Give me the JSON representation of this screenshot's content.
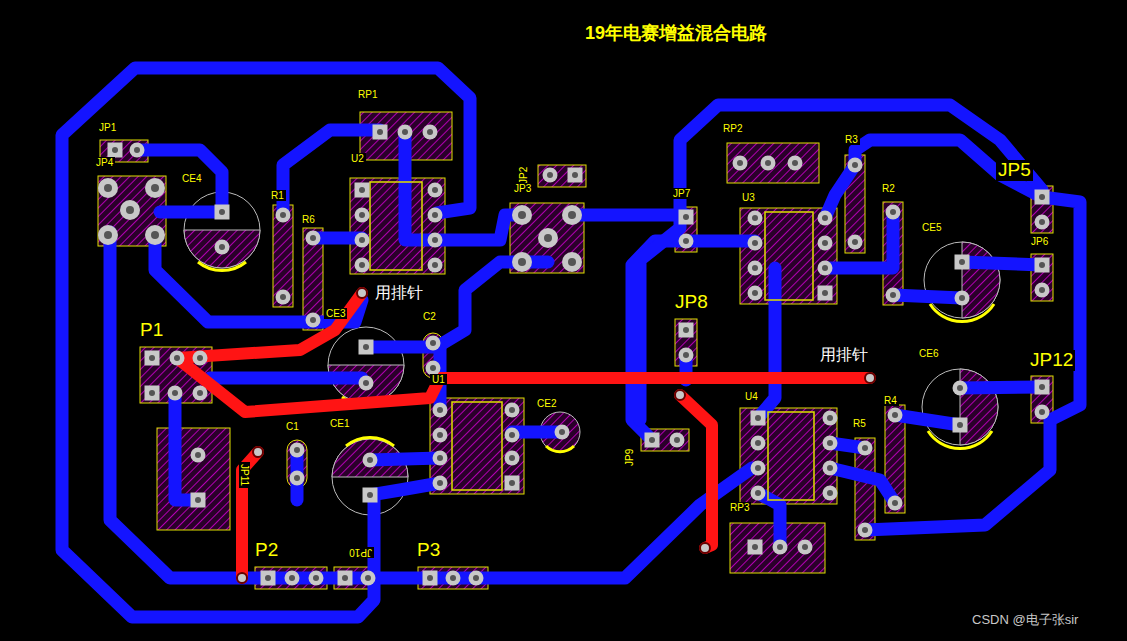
{
  "diagram": {
    "title": "19年电赛增益混合电路",
    "labels": [
      "JP1",
      "JP4",
      "CE4",
      "RP1",
      "U2",
      "R1",
      "R6",
      "CE3",
      "JP2",
      "JP3",
      "用排针",
      "P1",
      "C2",
      "U1",
      "CE2",
      "C1",
      "CE1",
      "JP11",
      "P2",
      "JP10",
      "P3",
      "RP2",
      "JP7",
      "U3",
      "R3",
      "R2",
      "JP5",
      "CE5",
      "JP6",
      "JP8",
      "用排针",
      "CE6",
      "JP12",
      "U4",
      "R4",
      "R5",
      "JP9",
      "RP3",
      "CSDN @电子张sir"
    ]
  }
}
